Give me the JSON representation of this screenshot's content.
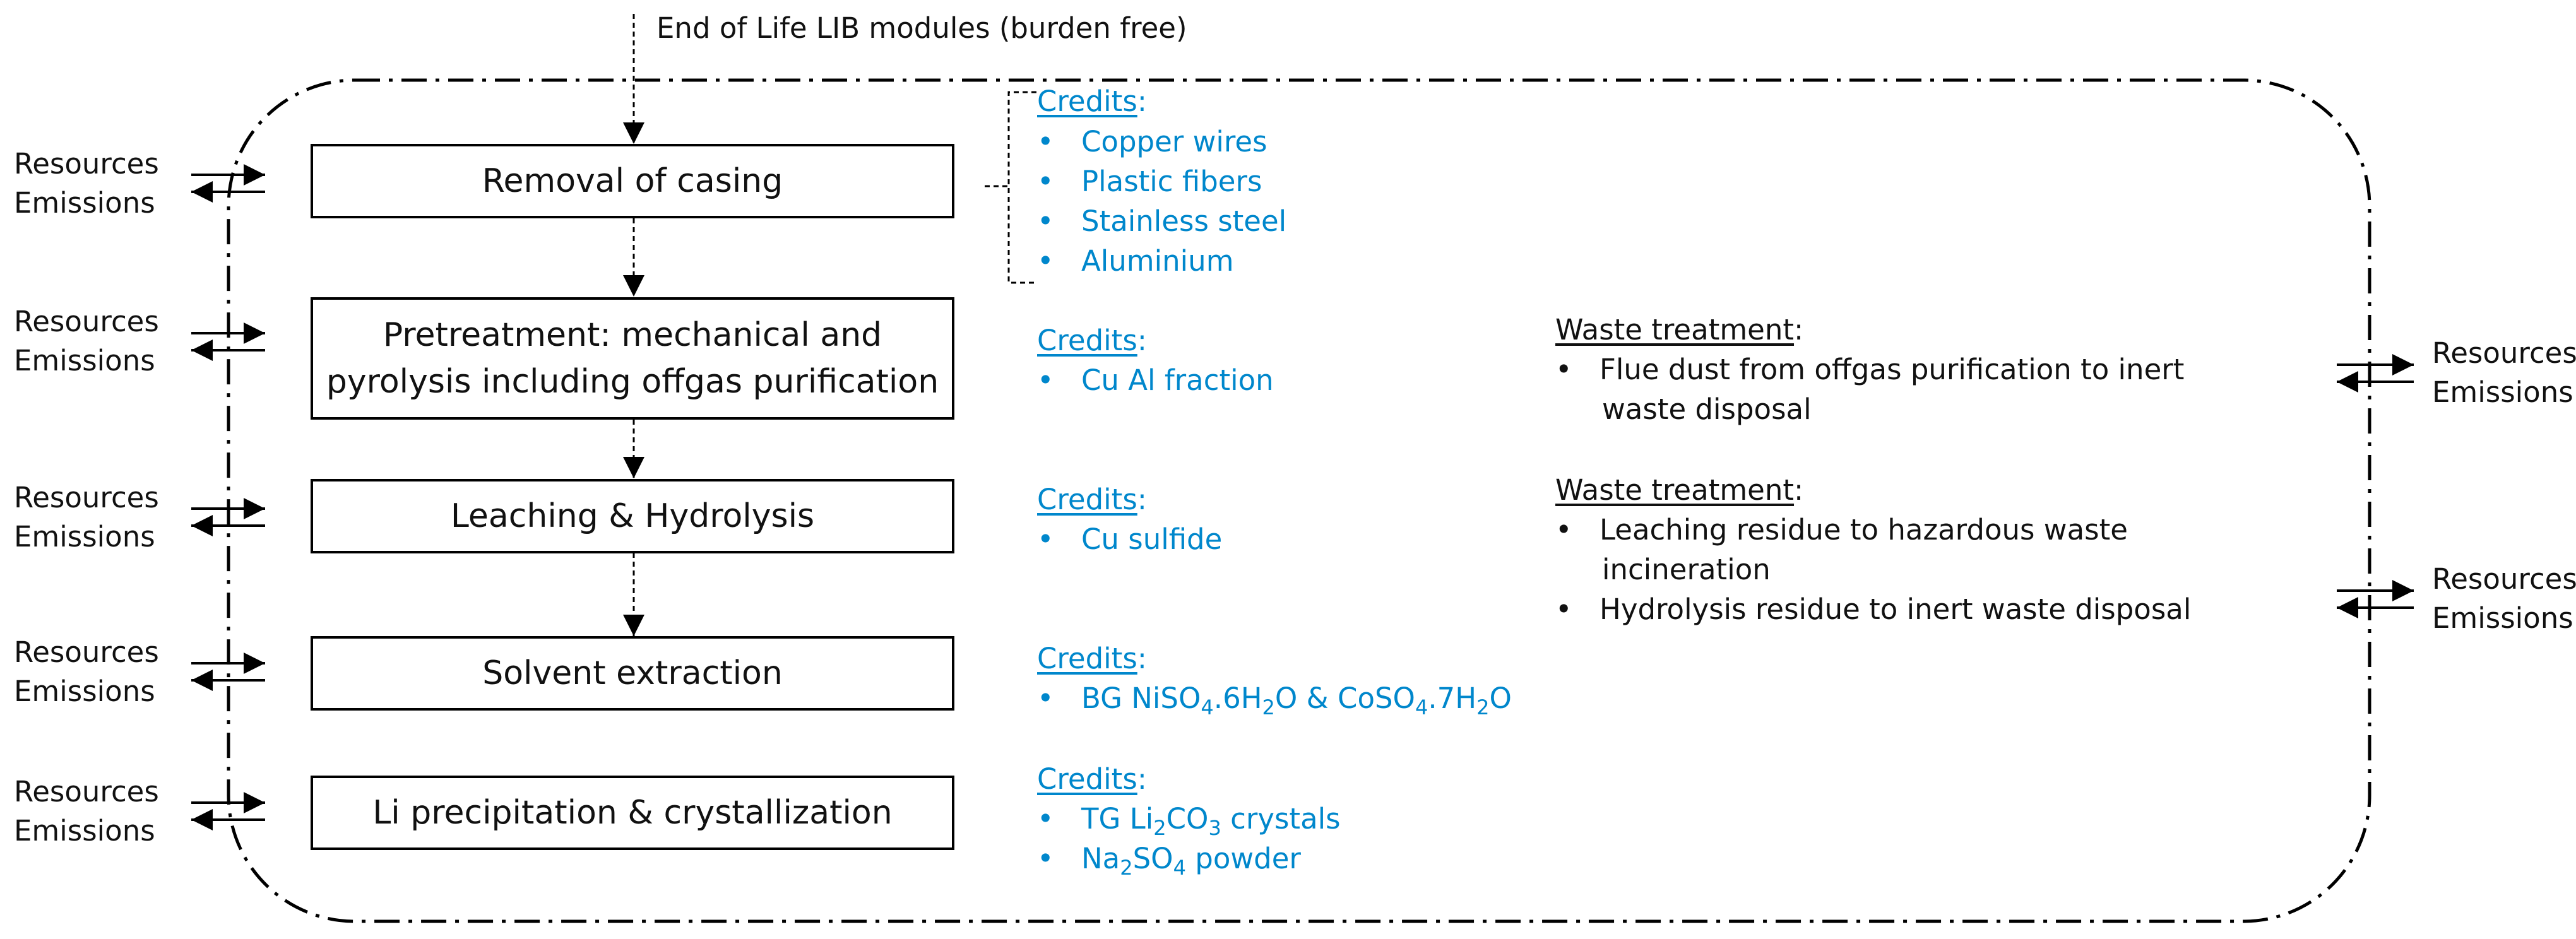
{
  "input_label": "End of Life LIB modules (burden free)",
  "resources_label": "Resources",
  "emissions_label": "Emissions",
  "processes": [
    {
      "label": "Removal of casing"
    },
    {
      "line1": "Pretreatment: mechanical and",
      "line2": "pyrolysis including offgas purification"
    },
    {
      "label": "Leaching & Hydrolysis"
    },
    {
      "label": "Solvent extraction"
    },
    {
      "label": "Li precipitation & crystallization"
    }
  ],
  "credits_heading": "Credits",
  "credits_colon": ":",
  "credits": {
    "casing": [
      "Copper wires",
      "Plastic fibers",
      "Stainless steel",
      "Aluminium"
    ],
    "pretreatment": [
      "Cu Al fraction"
    ],
    "leaching": [
      "Cu sulfide"
    ],
    "solvent": {
      "a": "BG NiSO",
      "b": "4",
      "c": ".6H",
      "d": "2",
      "e": "O & CoSO",
      "f": "4",
      "g": ".7H",
      "h": "2",
      "i": "O"
    },
    "li": {
      "item1": {
        "a": "TG Li",
        "b": "2",
        "c": "CO",
        "d": "3",
        "e": " crystals"
      },
      "item2": {
        "a": "Na",
        "b": "2",
        "c": "SO",
        "d": "4",
        "e": " powder"
      }
    }
  },
  "bullet_char": "•",
  "waste_heading": "Waste treatment",
  "waste": {
    "group1": {
      "line1": "Flue dust from offgas purification to inert",
      "line2": "waste disposal"
    },
    "group2": {
      "item1_line1": "Leaching residue to hazardous waste",
      "item1_line2": "incineration",
      "item2": "Hydrolysis residue to inert waste disposal"
    }
  }
}
